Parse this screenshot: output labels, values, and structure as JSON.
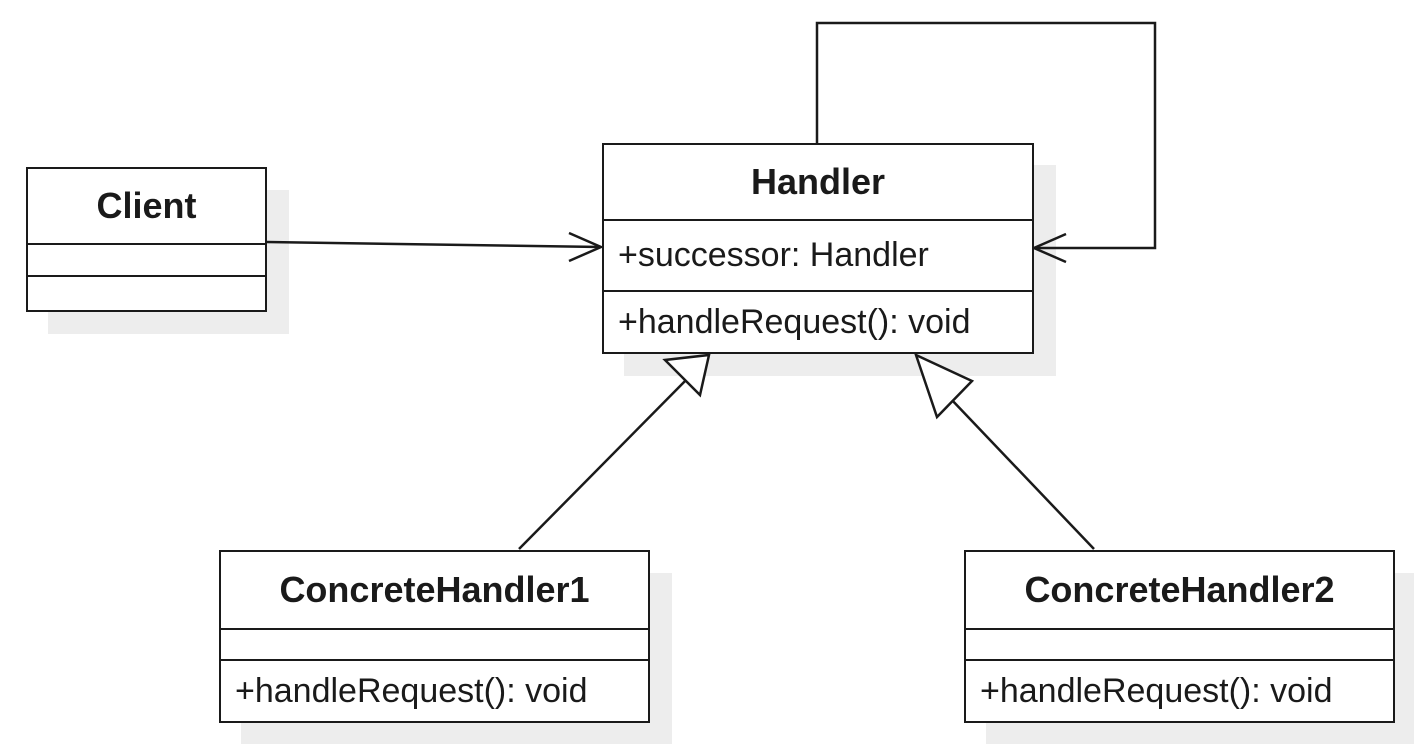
{
  "classes": {
    "client": {
      "name": "Client",
      "attributes": "",
      "operations": ""
    },
    "handler": {
      "name": "Handler",
      "attributes": "+successor: Handler",
      "operations": "+handleRequest(): void"
    },
    "concrete1": {
      "name": "ConcreteHandler1",
      "attributes": "",
      "operations": "+handleRequest(): void"
    },
    "concrete2": {
      "name": "ConcreteHandler2",
      "attributes": "",
      "operations": "+handleRequest(): void"
    }
  },
  "relations": [
    {
      "type": "association",
      "from": "Client",
      "to": "Handler"
    },
    {
      "type": "association",
      "from": "Handler",
      "to": "Handler"
    },
    {
      "type": "generalization",
      "from": "ConcreteHandler1",
      "to": "Handler"
    },
    {
      "type": "generalization",
      "from": "ConcreteHandler2",
      "to": "Handler"
    }
  ]
}
